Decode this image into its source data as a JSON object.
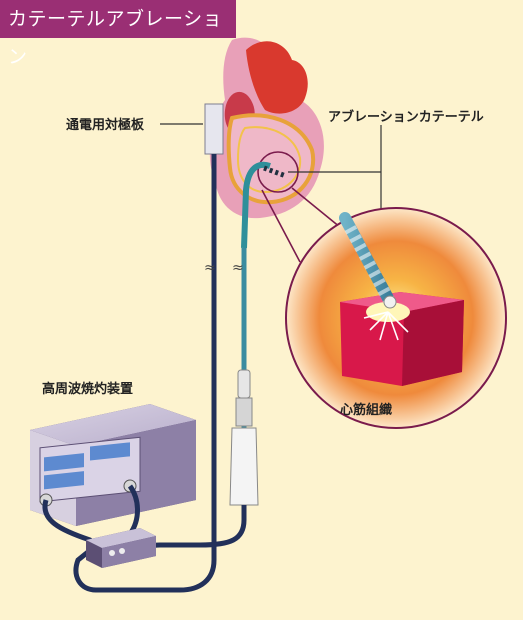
{
  "title": "カテーテルアブレーション",
  "labels": {
    "electrode_plate": "通電用対極板",
    "ablation_catheter": "アブレーションカテーテル",
    "rf_generator": "高周波焼灼装置",
    "myocardium": "心筋組織"
  },
  "colors": {
    "title_band": "#9a2f74",
    "background": "#fdf3cf",
    "cable": "#22305a",
    "catheter": "#3a8ca0",
    "heart_red": "#d9392e",
    "heart_pink": "#e8a0b8",
    "tissue": "#d8184a"
  }
}
